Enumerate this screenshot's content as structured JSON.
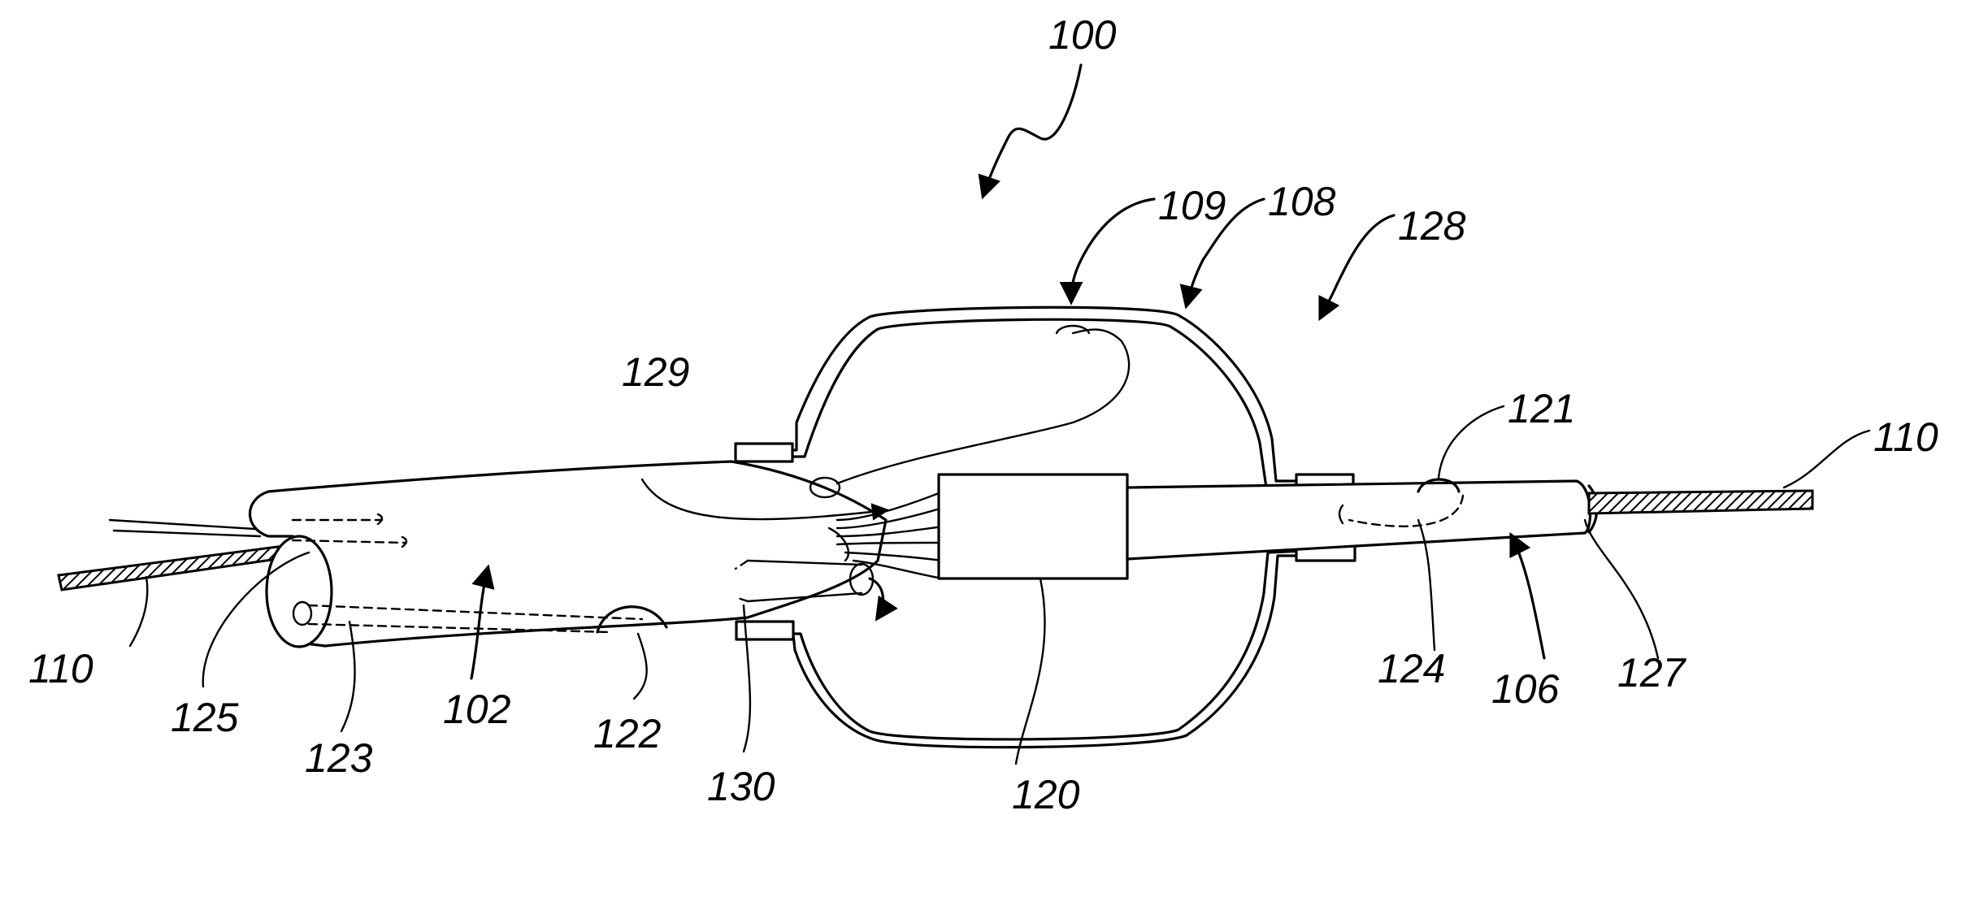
{
  "figure": {
    "labels": {
      "l100": "100",
      "l109": "109",
      "l108": "108",
      "l128": "128",
      "l129": "129",
      "l121": "121",
      "l110_right": "110",
      "l110_left": "110",
      "l125": "125",
      "l123": "123",
      "l102": "102",
      "l122": "122",
      "l130": "130",
      "l120": "120",
      "l124": "124",
      "l106": "106",
      "l127": "127"
    }
  }
}
